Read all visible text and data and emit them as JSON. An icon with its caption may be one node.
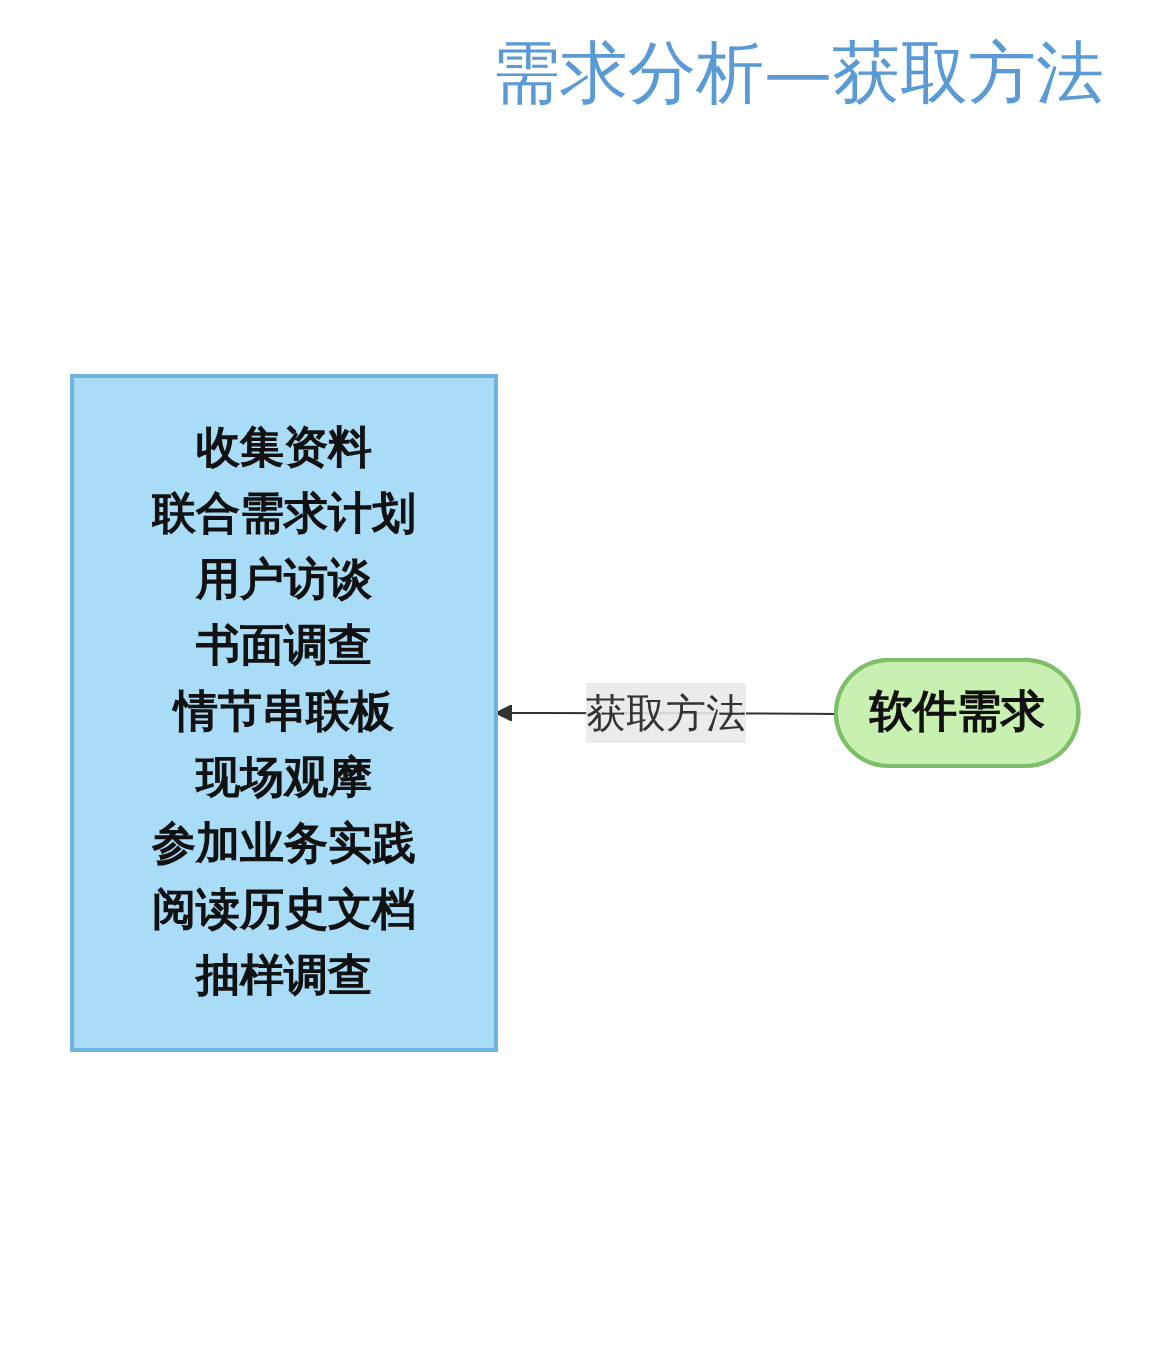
{
  "diagram": {
    "title": "需求分析—获取方法",
    "nodes": [
      {
        "text": [
          "收集资料",
          "联合需求计划",
          "用户访谈",
          "书面调查",
          "情节串联板",
          "现场观摩",
          "参加业务实践",
          "阅读历史文档",
          "抽样调查"
        ]
      },
      {
        "text": [
          "软件需求"
        ]
      }
    ],
    "edges": [
      {
        "from": 1,
        "to": 0,
        "arrow": "to",
        "label": "获取方法"
      }
    ]
  }
}
